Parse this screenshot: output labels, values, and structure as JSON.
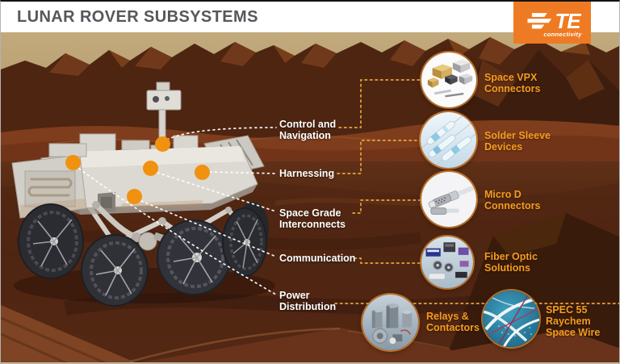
{
  "header": {
    "title": "LUNAR ROVER SUBSYSTEMS",
    "logo": {
      "brand": "TE",
      "tagline": "connectivity"
    }
  },
  "colors": {
    "logo_orange": "#EE7B23",
    "hotspot_orange": "#F0920F",
    "product_label_orange": "#F59C1F",
    "title_gray": "#56575C",
    "connector_dash_orange": "#E9A23B",
    "subsystem_label_white": "#FFFFFF"
  },
  "icons": {
    "logo_mark": "te-triple-bar-icon",
    "hotspot": "orange-hotspot-dot"
  },
  "subsystems": [
    {
      "label": "Control and\nNavigation"
    },
    {
      "label": "Harnessing"
    },
    {
      "label": "Space Grade\nInterconnects"
    },
    {
      "label": "Communication"
    },
    {
      "label": "Power\nDistribution"
    }
  ],
  "products": [
    {
      "label": "Space VPX\nConnectors",
      "image": "space-vpx-connectors-photo"
    },
    {
      "label": "Solder Sleeve\nDevices",
      "image": "solder-sleeve-devices-photo"
    },
    {
      "label": "Micro D\nConnectors",
      "image": "micro-d-connectors-photo"
    },
    {
      "label": "Fiber Optic\nSolutions",
      "image": "fiber-optic-solutions-photo"
    },
    {
      "label": "Relays &\nContactors",
      "image": "relays-contactors-photo"
    },
    {
      "label": "SPEC 55\nRaychem\nSpace Wire",
      "image": "spec55-raychem-space-wire-photo"
    }
  ]
}
